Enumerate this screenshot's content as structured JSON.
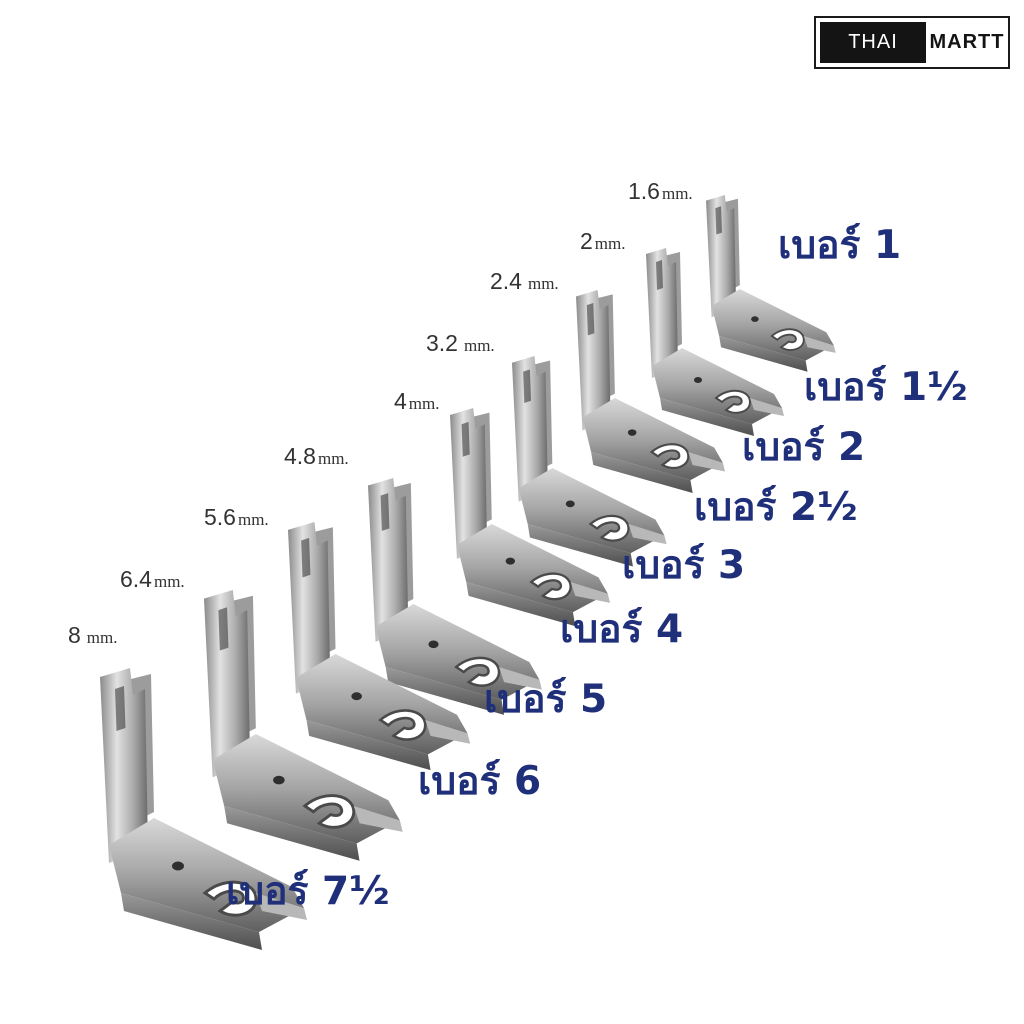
{
  "logo": {
    "left_text": "THAI",
    "right_text": "MARTT"
  },
  "colors": {
    "label_blue": "#1f2f7a",
    "steel_light": "#d8d8d8",
    "steel_dark": "#6e6e6e",
    "logo_black": "#141414"
  },
  "feet": [
    {
      "size_value": "1.6",
      "size_unit": "mm.",
      "number_label": "เบอร์ 1"
    },
    {
      "size_value": "2",
      "size_unit": "mm.",
      "number_label": "เบอร์ 1½"
    },
    {
      "size_value": "2.4",
      "size_unit": "mm.",
      "number_label": "เบอร์ 2"
    },
    {
      "size_value": "3.2",
      "size_unit": "mm.",
      "number_label": "เบอร์ 2½"
    },
    {
      "size_value": "4",
      "size_unit": "mm.",
      "number_label": "เบอร์ 3"
    },
    {
      "size_value": "4.8",
      "size_unit": "mm.",
      "number_label": "เบอร์ 4"
    },
    {
      "size_value": "5.6",
      "size_unit": "mm.",
      "number_label": "เบอร์ 5"
    },
    {
      "size_value": "6.4",
      "size_unit": "mm.",
      "number_label": "เบอร์ 6"
    },
    {
      "size_value": "8",
      "size_unit": "mm.",
      "number_label": "เบอร์ 7½"
    }
  ]
}
